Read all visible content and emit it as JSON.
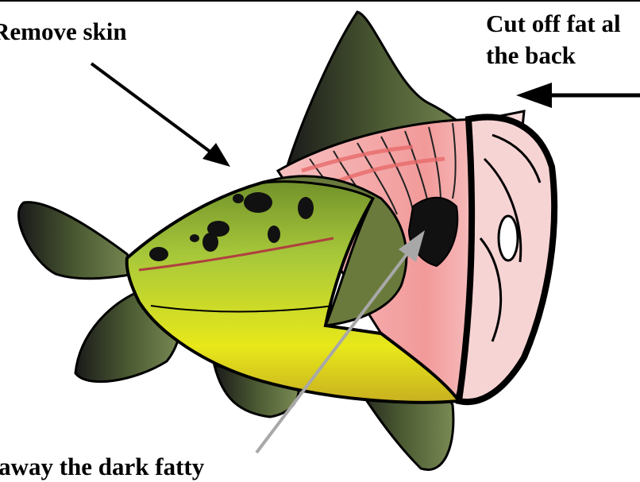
{
  "labels": {
    "remove_skin": "Remove skin",
    "cut_back_line1": "Cut off fat al",
    "cut_back_line2": "the back",
    "belly_fat": "t away the dark fatty"
  },
  "colors": {
    "outline": "#000000",
    "skin_green": "#a8c83a",
    "skin_yellow": "#e8e81a",
    "fin_dark": "#3f4a2c",
    "flesh_pink": "#f2a7a7",
    "arrow_gray": "#a8a8a8"
  }
}
